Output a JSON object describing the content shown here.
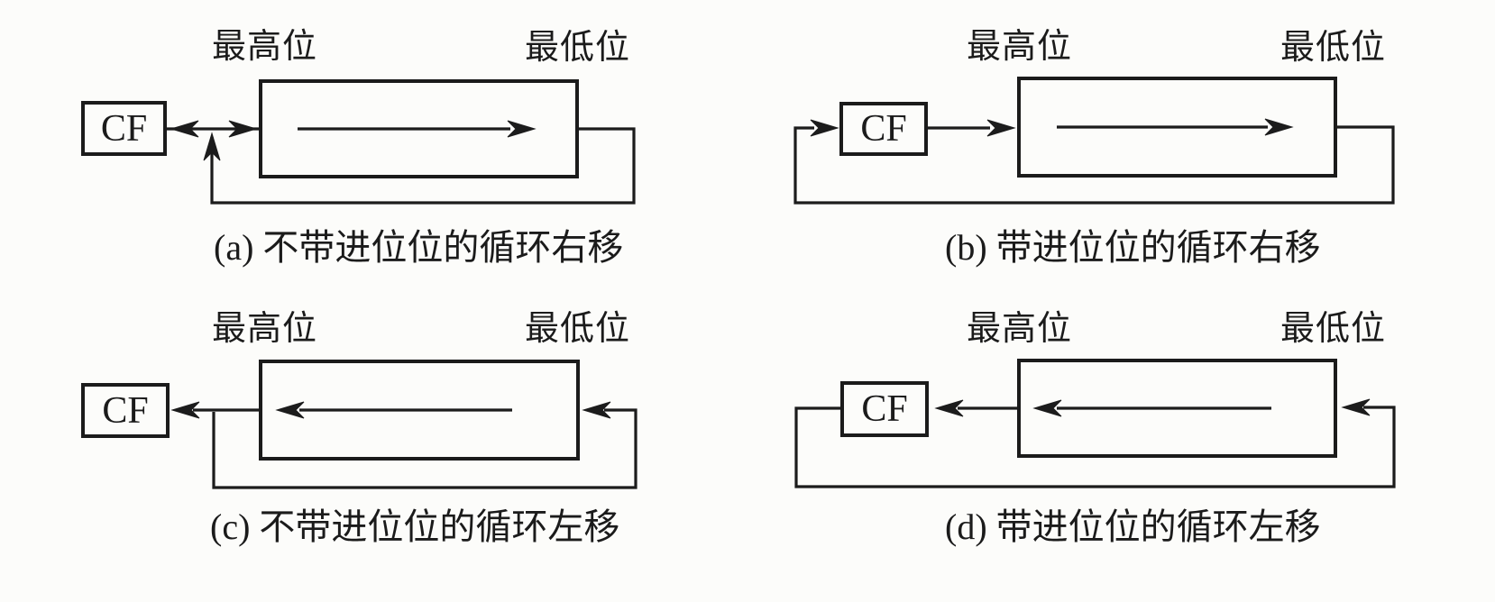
{
  "page": {
    "background_color": "#fcfcfa",
    "ink_color": "#1c1c1c"
  },
  "figure": {
    "cf_label": "CF",
    "msb_label": "最高位",
    "lsb_label": "最低位",
    "diagrams": [
      {
        "id": "a",
        "caption": "(a) 不带进位位的循环右移"
      },
      {
        "id": "b",
        "caption": "(b) 带进位位的循环右移"
      },
      {
        "id": "c",
        "caption": "(c) 不带进位位的循环左移"
      },
      {
        "id": "d",
        "caption": "(d) 带进位位的循环左移"
      }
    ]
  }
}
